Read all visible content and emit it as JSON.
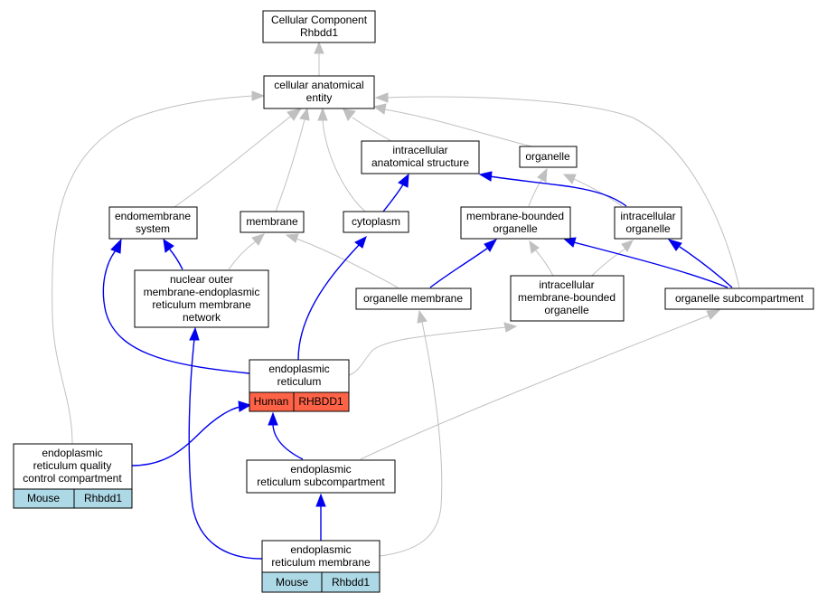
{
  "colors": {
    "is_a_edge": "#c0c0c0",
    "part_of_edge": "#0000ee",
    "human_cell": "#ff6347",
    "mouse_cell": "#add8e6"
  },
  "nodes": {
    "root": [
      "Cellular Component",
      "Rhbdd1"
    ],
    "cellular_anatomical_entity": [
      "cellular anatomical",
      "entity"
    ],
    "intracellular_anatomical_structure": [
      "intracellular",
      "anatomical structure"
    ],
    "organelle": [
      "organelle"
    ],
    "endomembrane_system": [
      "endomembrane",
      "system"
    ],
    "membrane": [
      "membrane"
    ],
    "cytoplasm": [
      "cytoplasm"
    ],
    "membrane_bounded_organelle": [
      "membrane-bounded",
      "organelle"
    ],
    "intracellular_organelle": [
      "intracellular",
      "organelle"
    ],
    "nuclear_outer_membrane": [
      "nuclear outer",
      "membrane-endoplasmic",
      "reticulum membrane",
      "network"
    ],
    "organelle_membrane": [
      "organelle membrane"
    ],
    "intracellular_membrane_bounded_organelle": [
      "intracellular",
      "membrane-bounded",
      "organelle"
    ],
    "organelle_subcompartment": [
      "organelle subcompartment"
    ],
    "endoplasmic_reticulum": [
      "endoplasmic",
      "reticulum"
    ],
    "er_quality_control": [
      "endoplasmic",
      "reticulum quality",
      "control compartment"
    ],
    "er_subcompartment": [
      "endoplasmic",
      "reticulum subcompartment"
    ],
    "er_membrane": [
      "endoplasmic",
      "reticulum membrane"
    ]
  },
  "annotations": {
    "endoplasmic_reticulum": {
      "species": "Human",
      "gene": "RHBDD1"
    },
    "er_quality_control": {
      "species": "Mouse",
      "gene": "Rhbdd1"
    },
    "er_membrane": {
      "species": "Mouse",
      "gene": "Rhbdd1"
    }
  }
}
